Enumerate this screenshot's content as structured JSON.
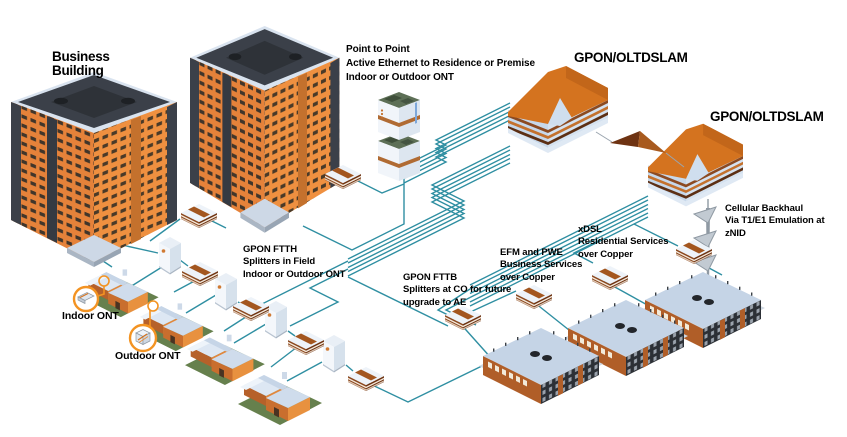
{
  "diagram": {
    "labels": {
      "business_building": "Business\nBuilding",
      "point_to_point": "Point to Point\nActive Ethernet to Residence or Premise\nIndoor or Outdoor ONT",
      "gpon_oltdslam_1": "GPON/OLTDSLAM",
      "gpon_oltdslam_2": "GPON/OLTDSLAM",
      "gpon_ftth": "GPON FTTH\nSplitters in Field\nIndoor or Outdoor ONT",
      "gpon_fttb": "GPON FTTB\nSplitters at CO for future\nupgrade to AE",
      "efm_pwe": "EFM and PWE\nBusiness Services\nover Copper",
      "xdsl": "xDSL\nResidential Services\nover Copper",
      "cellular_backhaul": "Cellular Backhaul\nVia T1/E1 Emulation at zNID",
      "indoor_ont": "Indoor ONT",
      "outdoor_ont": "Outdoor ONT"
    },
    "colors": {
      "fiber_line": "#2f8fa2",
      "building_orange": "#e5823a",
      "roof_dark_gray": "#3b4049",
      "roof_light_blue": "#c9d8ea",
      "olt_roof_orange": "#d4731f",
      "stripe_brown": "#8c4a21",
      "stripe_orange": "#c4712d",
      "lawn_green": "#66804d",
      "callout_orange": "#f39322",
      "text": "#000000",
      "background": "#ffffff"
    },
    "icon_counts": {
      "business-tower": 2,
      "olt-dslam-building": 2,
      "fiber-link-diamond": 1,
      "p2p-ethernet-cabinet": 1,
      "cell-tower": 1,
      "residential-house": 4,
      "commercial-building": 3,
      "splitter-cabinet": 4,
      "splitter-tray": 10,
      "ont-callout": 2
    }
  }
}
